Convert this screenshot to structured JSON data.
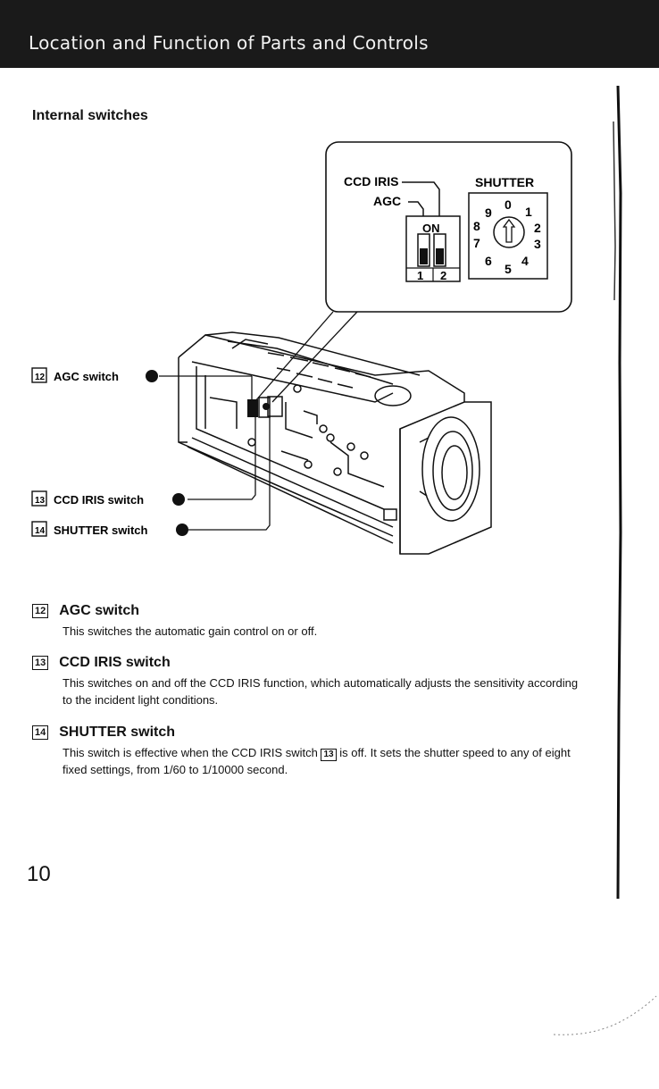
{
  "header": {
    "title": "Location and Function of Parts and Controls"
  },
  "section": {
    "heading": "Internal switches"
  },
  "diagram": {
    "callout": {
      "ccd_iris_label": "CCD IRIS",
      "agc_label": "AGC",
      "on_label": "ON",
      "dip_num_1": "1",
      "dip_num_2": "2",
      "shutter_label": "SHUTTER",
      "dial_numbers": [
        "0",
        "1",
        "2",
        "3",
        "4",
        "5",
        "6",
        "7",
        "8",
        "9"
      ]
    },
    "labels": {
      "agc": {
        "num": "12",
        "text": "AGC switch"
      },
      "ccd": {
        "num": "13",
        "text": "CCD IRIS switch"
      },
      "shutter": {
        "num": "14",
        "text": "SHUTTER switch"
      }
    }
  },
  "items": [
    {
      "num": "12",
      "title": "AGC switch",
      "desc": "This switches the automatic gain control on or off."
    },
    {
      "num": "13",
      "title": "CCD IRIS switch",
      "desc": "This switches on and off the CCD IRIS function, which automatically adjusts the sensitivity according to the incident light conditions."
    },
    {
      "num": "14",
      "title": "SHUTTER switch",
      "desc_before": "This switch is effective when the CCD IRIS switch",
      "desc_ref": "13",
      "desc_after": "is off. It sets the shutter speed to any of eight fixed settings, from 1/60 to 1/10000 second."
    }
  ],
  "page_number": "10"
}
